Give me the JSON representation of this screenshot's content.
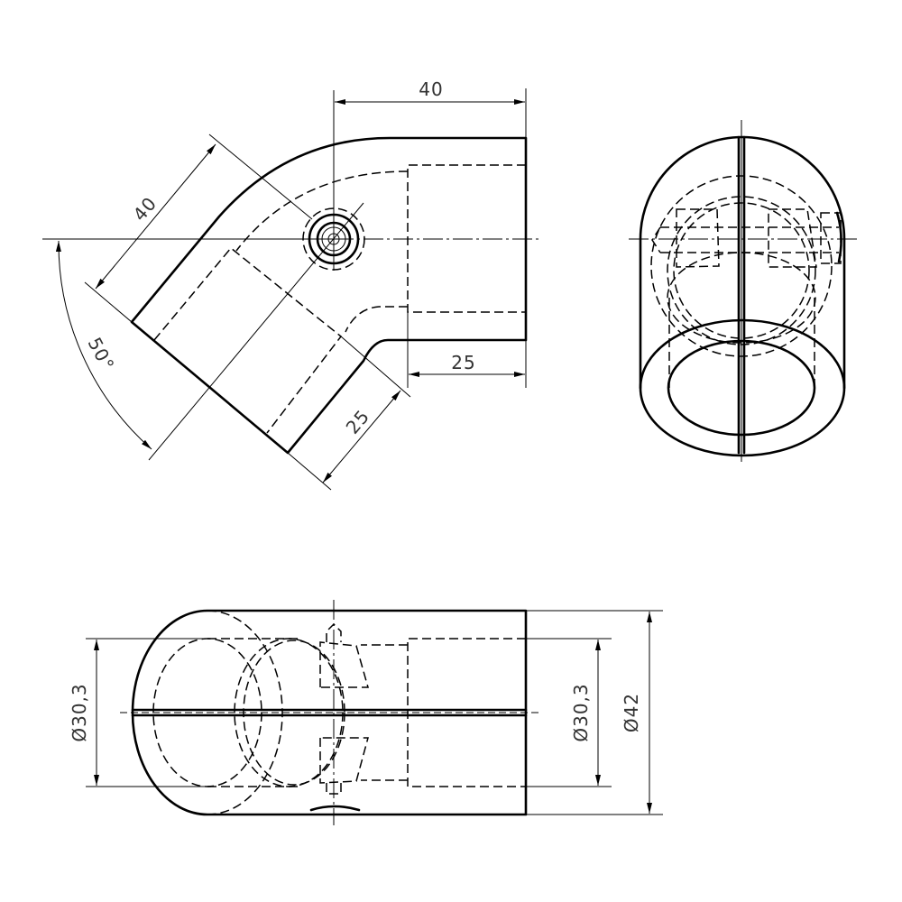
{
  "drawing": {
    "colors": {
      "line": "#000000",
      "text": "#333333",
      "background": "#ffffff"
    },
    "front_view": {
      "dim_top_length": "40",
      "dim_right_socket": "25",
      "dim_diag_length": "40",
      "dim_diag_socket": "25",
      "dim_angle": "50°"
    },
    "bottom_view": {
      "dim_left_bore": "Ø30,3",
      "dim_right_bore": "Ø30,3",
      "dim_outer": "Ø42"
    }
  }
}
